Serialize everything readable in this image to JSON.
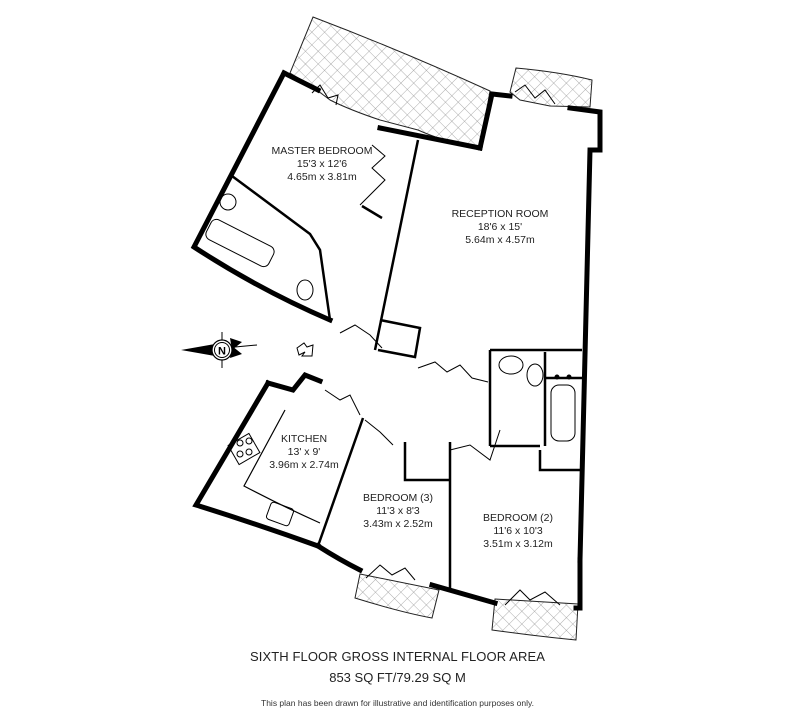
{
  "plan": {
    "rooms": [
      {
        "id": "master-bedroom",
        "name": "MASTER BEDROOM",
        "imperial": "15'3 x 12'6",
        "metric": "4.65m x 3.81m"
      },
      {
        "id": "reception-room",
        "name": "RECEPTION ROOM",
        "imperial": "18'6 x 15'",
        "metric": "5.64m x 4.57m"
      },
      {
        "id": "kitchen",
        "name": "KITCHEN",
        "imperial": "13' x 9'",
        "metric": "3.96m x 2.74m"
      },
      {
        "id": "bedroom-3",
        "name": "BEDROOM (3)",
        "imperial": "11'3 x 8'3",
        "metric": "3.43m x 2.52m"
      },
      {
        "id": "bedroom-2",
        "name": "BEDROOM (2)",
        "imperial": "11'6 x 10'3",
        "metric": "3.51m x 3.12m"
      }
    ],
    "compass": {
      "label": "N",
      "icon": "compass-north-icon"
    },
    "entrance": {
      "icon": "entrance-arrow-icon"
    },
    "colors": {
      "wall": "#000000",
      "balcony_hatch": "#9a9a9a",
      "background": "#ffffff"
    }
  },
  "footer": {
    "title": "SIXTH FLOOR GROSS INTERNAL FLOOR AREA",
    "area": "853 SQ FT/79.29 SQ M",
    "note": "This plan has been drawn for illustrative and identification purposes only."
  }
}
